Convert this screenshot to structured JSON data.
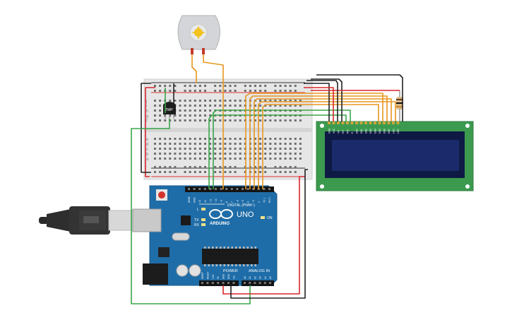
{
  "arduino": {
    "brand": "ARDUINO",
    "model": "UNO",
    "digital_label": "DIGITAL (PWM~)",
    "power_label": "POWER",
    "analog_label": "ANALOG IN",
    "tx_label": "TX",
    "rx_label": "RX",
    "l_label": "L",
    "on_label": "ON",
    "digital_pins": [
      "AREF",
      "GND",
      "13",
      "12",
      "~11",
      "~10",
      "~9",
      "8",
      "7",
      "~6",
      "~5",
      "4",
      "~3",
      "2",
      "TX 1",
      "RX 0"
    ],
    "power_pins": [
      "IOREF",
      "RESET",
      "3.3V",
      "5V",
      "GND",
      "GND",
      "Vin"
    ],
    "analog_pins": [
      "A0",
      "A1",
      "A2",
      "A3",
      "A4",
      "A5"
    ]
  },
  "sensor": {
    "label": "TMP"
  },
  "breadboard": {
    "rows_top": [
      "j",
      "i",
      "h",
      "g",
      "f"
    ],
    "rows_bottom": [
      "e",
      "d",
      "c",
      "b",
      "a"
    ]
  },
  "lcd": {
    "pins": [
      "GND",
      "VCC",
      "VO",
      "RS",
      "RW",
      "E",
      "DB0",
      "DB1",
      "DB2",
      "DB3",
      "DB4",
      "DB5",
      "DB6",
      "DB7",
      "LED",
      "LED"
    ]
  },
  "colors": {
    "board": "#1f6da8",
    "wire_green": "#3aa648",
    "wire_orange": "#e8961e",
    "wire_red": "#d9262c",
    "wire_black": "#222222",
    "lcd_panel": "#1b2a6b",
    "lcd_pcb": "#3c9a4f"
  }
}
